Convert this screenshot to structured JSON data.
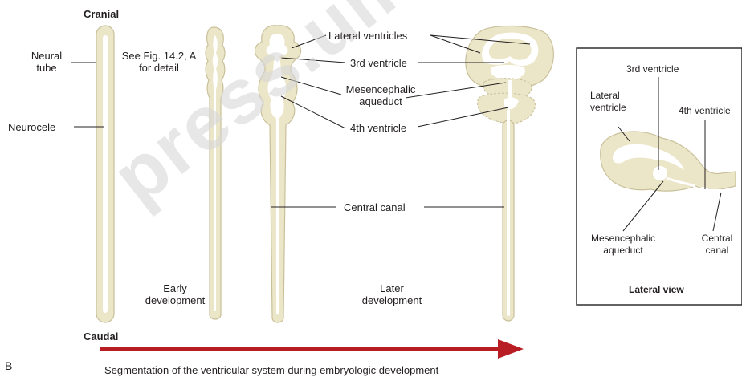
{
  "labels": {
    "cranial": "Cranial",
    "caudal": "Caudal",
    "neural_tube": "Neural\ntube",
    "neurocele": "Neurocele",
    "see_fig": "See Fig. 14.2, A\nfor detail",
    "lateral_ventricles": "Lateral ventricles",
    "third_ventricle_main": "3rd ventricle",
    "mesencephalic_aqueduct_main": "Mesencephalic\naqueduct",
    "fourth_ventricle_main": "4th ventricle",
    "central_canal_main": "Central canal",
    "early_development": "Early\ndevelopment",
    "later_development": "Later\ndevelopment",
    "panel_letter": "B",
    "caption": "Segmentation of the ventricular system during embryologic development"
  },
  "inset": {
    "third_ventricle": "3rd ventricle",
    "lateral_ventricle": "Lateral\nventricle",
    "fourth_ventricle": "4th ventricle",
    "mesencephalic_aqueduct": "Mesencephalic\naqueduct",
    "central_canal": "Central\ncanal",
    "title": "Lateral view"
  },
  "watermark": "press.um",
  "colors": {
    "tissue": "#ece6c9",
    "tissue_edge": "#c9c09a",
    "cavity": "#ffffff",
    "arrow": "#b81d24",
    "line": "#231f20"
  }
}
